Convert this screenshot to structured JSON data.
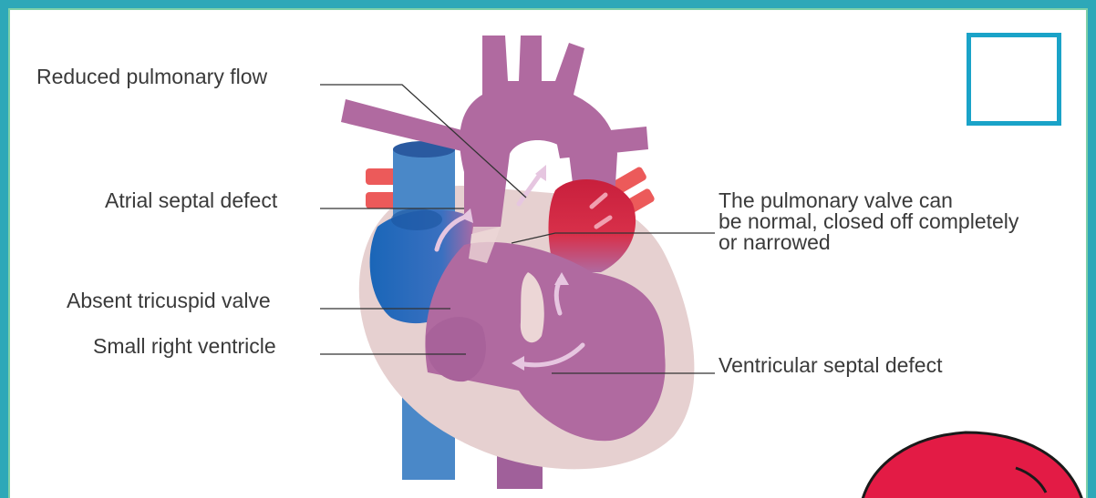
{
  "labels": {
    "reduced_pulmonary_flow": "Reduced pulmonary flow",
    "atrial_septal_defect": "Atrial septal defect",
    "absent_tricuspid_valve": "Absent tricuspid valve",
    "small_right_ventricle": "Small right ventricle",
    "pulmonary_valve_line1": "The pulmonary valve can",
    "pulmonary_valve_line2": "be normal, closed off completely",
    "pulmonary_valve_line3": "or narrowed",
    "ventricular_septal_defect": "Ventricular septal defect"
  },
  "colors": {
    "frame": "#2ea8b8",
    "heart_purple": "#b06aa0",
    "heart_outer": "#e6d0d0",
    "blue_vessel": "#4a88c8",
    "red_chamber": "#d0203a",
    "checkbox": "#1aa3c8",
    "mascot": "#e31b45"
  }
}
